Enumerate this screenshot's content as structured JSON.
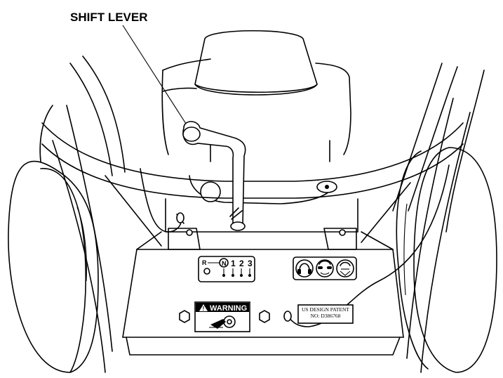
{
  "callout": {
    "label": "SHIFT LEVER"
  },
  "gear_decal": {
    "reverse": "R",
    "neutral": "N",
    "gears": [
      "1",
      "2",
      "3"
    ]
  },
  "ppe_decal": {
    "icons": [
      "ear-protection-icon",
      "eye-protection-icon",
      "dust-mask-icon"
    ]
  },
  "warning_decal": {
    "title": "WARNING"
  },
  "patent_decal": {
    "line1": "US DESIGN PATENT",
    "line2": "NO: D386768"
  },
  "colors": {
    "ink": "#000000",
    "paper": "#ffffff"
  }
}
